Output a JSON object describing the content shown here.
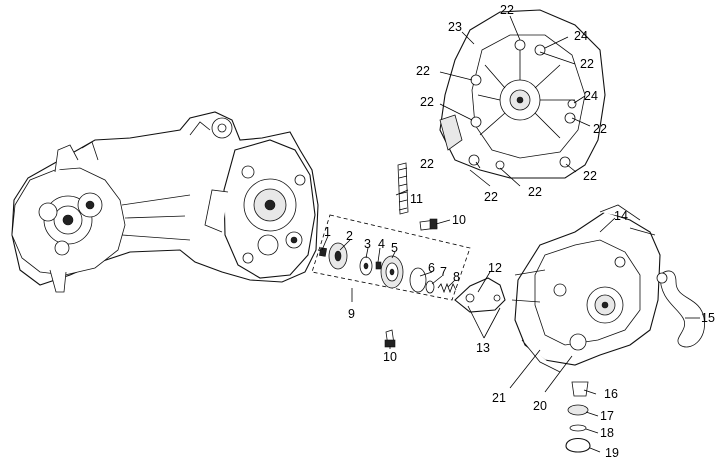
{
  "callouts": {
    "c1": "1",
    "c2": "2",
    "c3": "3",
    "c4": "4",
    "c5": "5",
    "c6": "6",
    "c7": "7",
    "c8": "8",
    "c9": "9",
    "c10a": "10",
    "c10b": "10",
    "c11": "11",
    "c12": "12",
    "c13": "13",
    "c14": "14",
    "c15": "15",
    "c16": "16",
    "c17": "17",
    "c18": "18",
    "c19": "19",
    "c20": "20",
    "c21": "21",
    "c22a": "22",
    "c22b": "22",
    "c22c": "22",
    "c22d": "22",
    "c22e": "22",
    "c22f": "22",
    "c22g": "22",
    "c22h": "22",
    "c22i": "22",
    "c23": "23",
    "c24a": "24",
    "c24b": "24"
  }
}
